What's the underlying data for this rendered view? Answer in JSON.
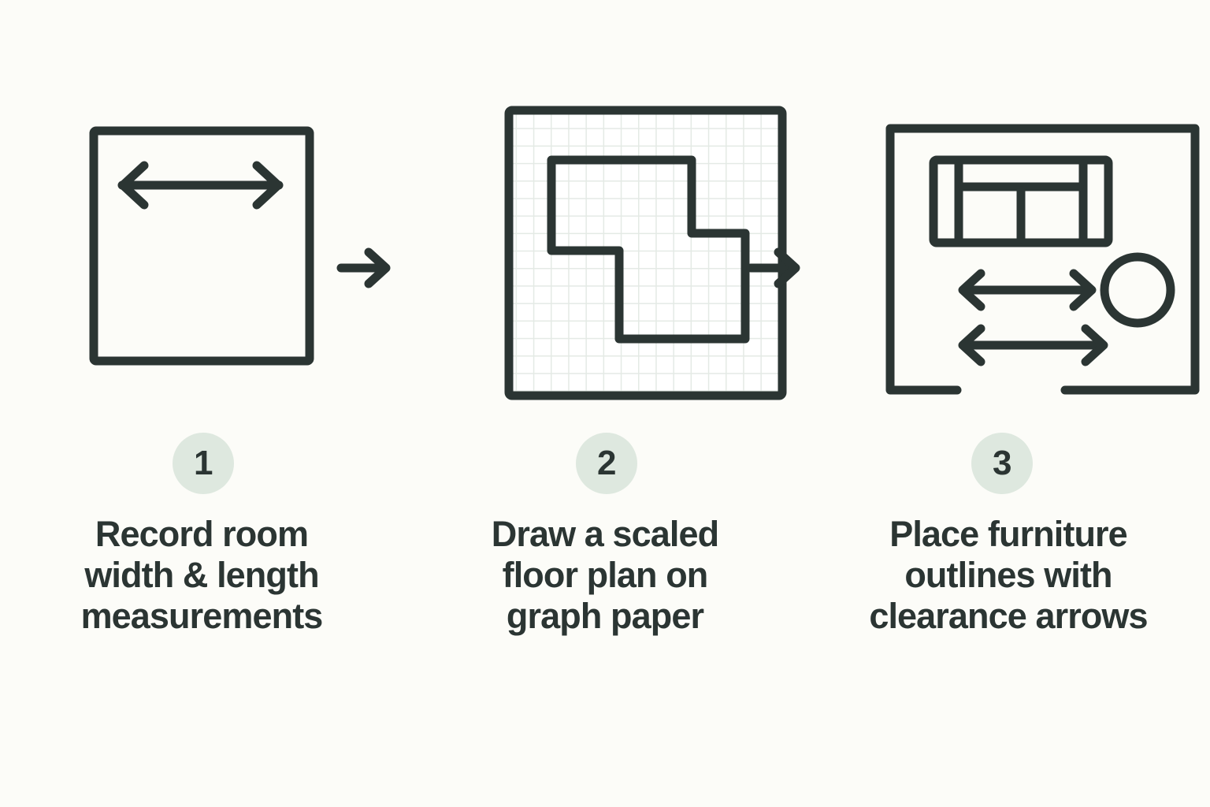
{
  "page": {
    "title": "Room measuring and floor planning process",
    "background_color": "#FCFCF8",
    "ink_color": "#2B3533",
    "badge_color": "#DEE8DF",
    "grid_color": "#E3EAE4"
  },
  "steps": [
    {
      "number": "1",
      "icon_name": "room-measurement-icon",
      "caption_lines": [
        "Record room",
        "width & length",
        "measurements"
      ],
      "caption_text": "Record room width & length measurements"
    },
    {
      "number": "2",
      "icon_name": "graph-paper-floor-plan-icon",
      "caption_lines": [
        "Draw a scaled",
        "floor plan on",
        "graph paper"
      ],
      "caption_text": "Draw a scaled floor plan on graph paper"
    },
    {
      "number": "3",
      "icon_name": "furniture-clearance-icon",
      "caption_lines": [
        "Place furniture",
        "outlines with",
        "clearance arrows"
      ],
      "caption_text": "Place furniture outlines with clearance arrows"
    }
  ],
  "connectors": [
    {
      "name": "connector-arrow-1-to-2",
      "direction": "right"
    },
    {
      "name": "connector-arrow-2-to-3",
      "direction": "right"
    }
  ]
}
